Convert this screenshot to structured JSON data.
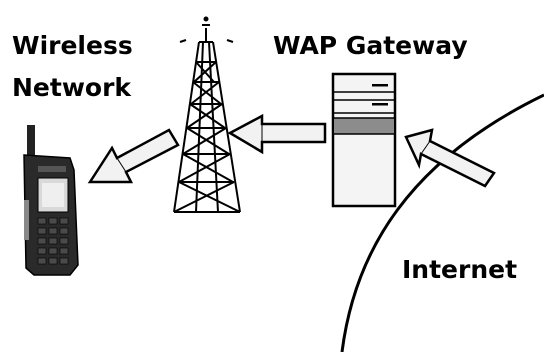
{
  "labels": {
    "wireless_line1": "Wireless",
    "wireless_line2": "Network",
    "wap_gateway": "WAP Gateway",
    "internet": "Internet"
  },
  "colors": {
    "ink": "#000000",
    "background": "#ffffff",
    "arrow_fill": "#f2f2f2",
    "server_fill": "#f4f4f4",
    "server_band": "#8c8c8c",
    "phone_body": "#2a2a2a",
    "phone_screen": "#e8e8e8"
  },
  "icons": [
    "mobile-phone-icon",
    "radio-tower-icon",
    "server-icon"
  ]
}
